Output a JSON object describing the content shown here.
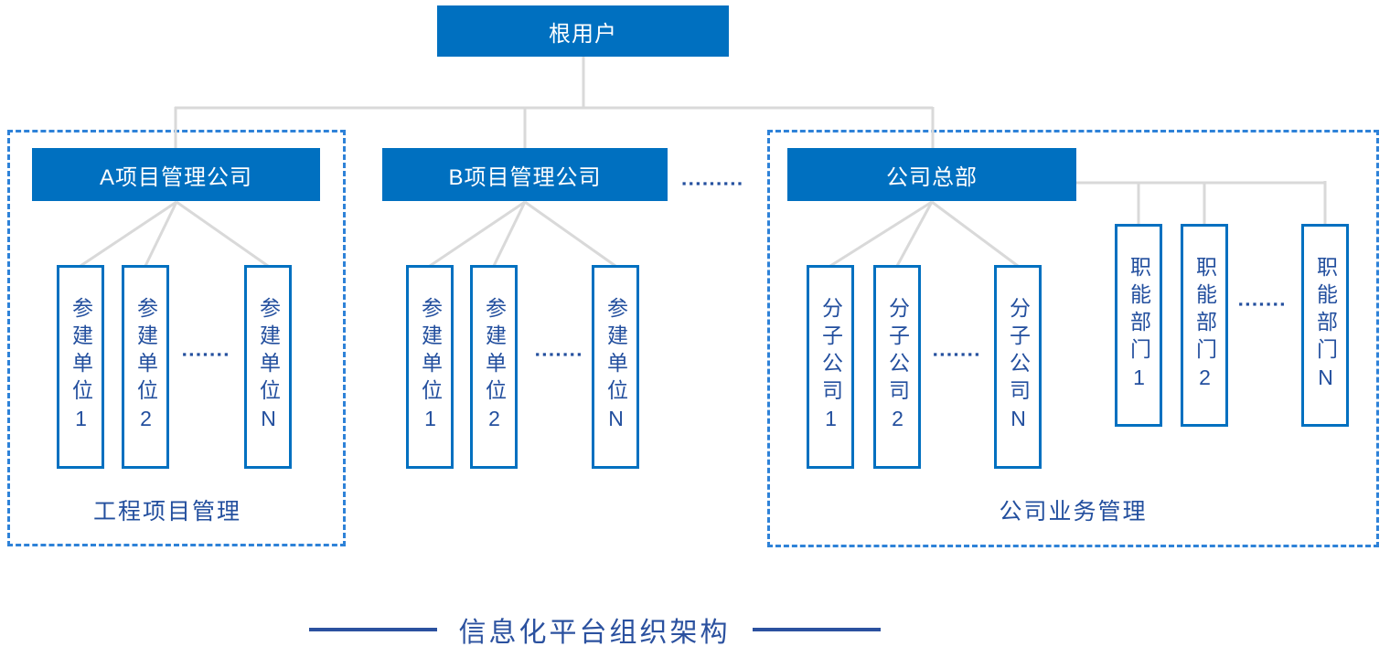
{
  "title": "信息化平台组织架构",
  "root": {
    "label": "根用户"
  },
  "branch_a": {
    "label": "A项目管理公司",
    "children": [
      "参建单位1",
      "参建单位2",
      "参建单位N"
    ],
    "dots": "▪▪▪▪▪▪▪"
  },
  "branch_b": {
    "label": "B项目管理公司",
    "children": [
      "参建单位1",
      "参建单位2",
      "参建单位N"
    ],
    "dots": "▪▪▪▪▪▪▪"
  },
  "branch_hq": {
    "label": "公司总部",
    "subsidiaries": [
      "分子公司1",
      "分子公司2",
      "分子公司N"
    ],
    "subsidiary_dots": "▪▪▪▪▪▪▪",
    "departments": [
      "职能部门1",
      "职能部门2",
      "职能部门N"
    ],
    "department_dots": "▪▪▪▪▪▪▪"
  },
  "separator_dots": "▪▪▪▪▪▪▪▪▪",
  "zones": {
    "left_label": "工程项目管理",
    "right_label": "公司业务管理"
  },
  "colors": {
    "node_fill": "#0070C0",
    "node_text": "#FFFFFF",
    "navy_text": "#234F9E",
    "dotted_border": "#2E82D8",
    "connector": "#D9D9D9"
  }
}
